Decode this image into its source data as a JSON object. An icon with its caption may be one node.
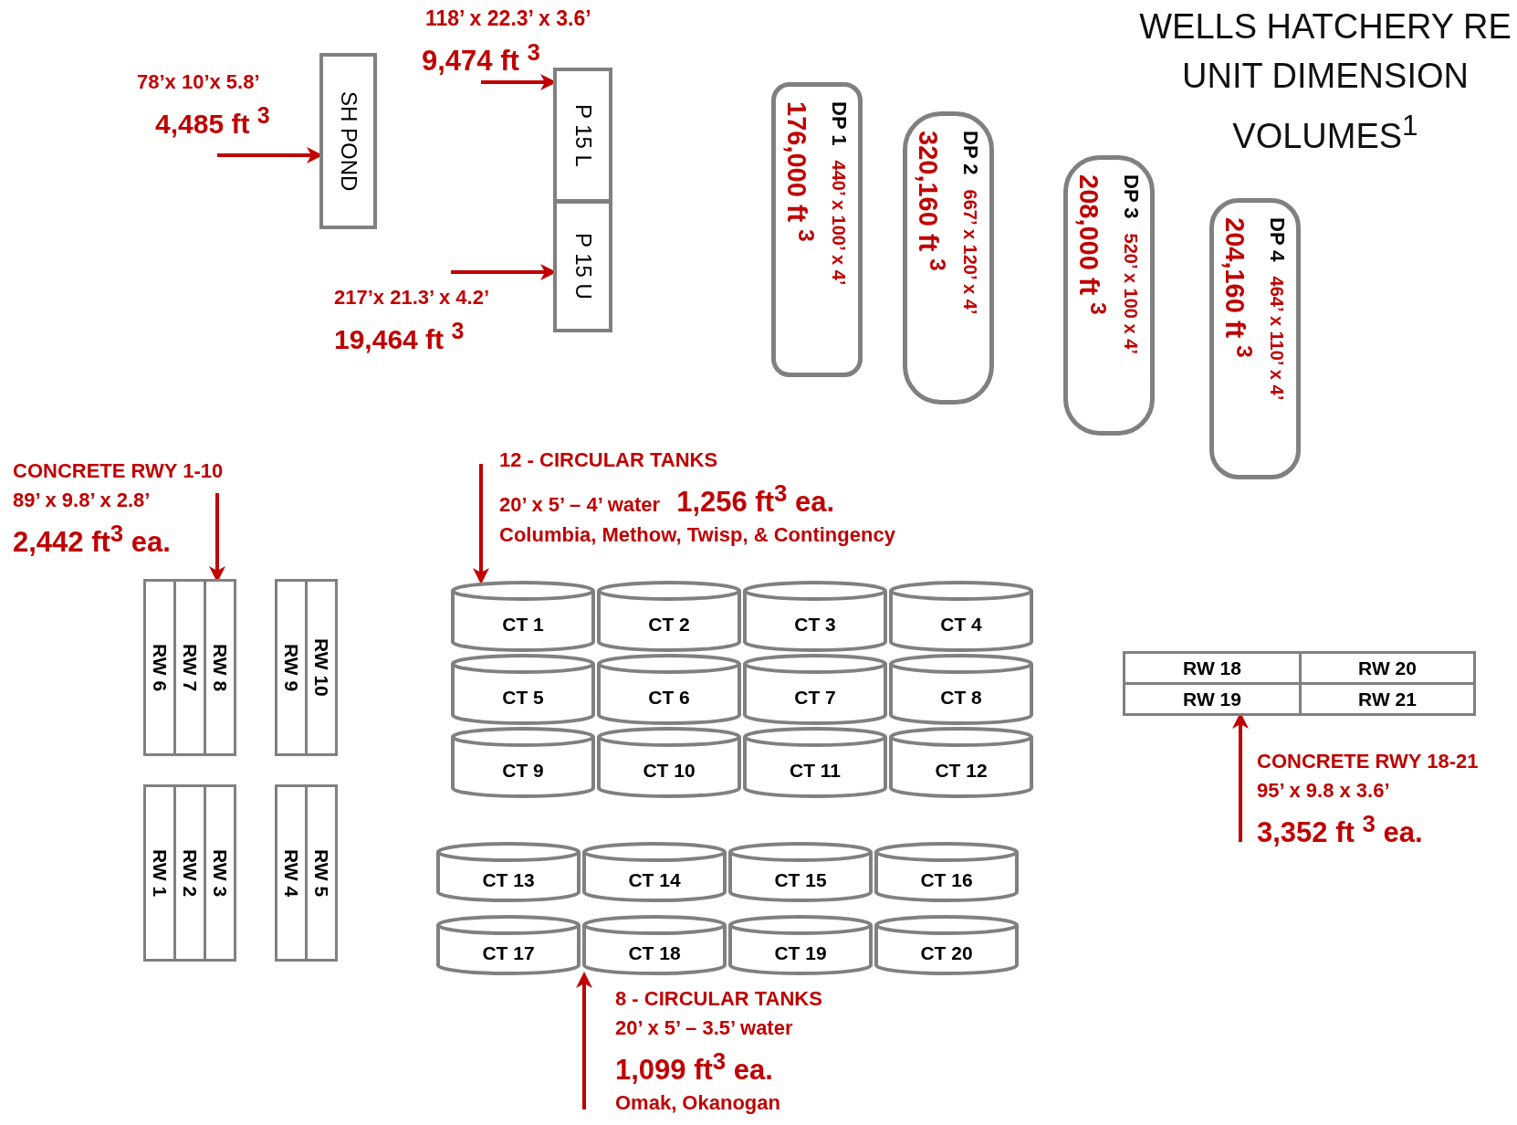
{
  "diagram": {
    "title": "WELLS HATCHERY RE UNIT DIMENSION VOLUMES$^{1}$",
    "nodes": [
      {
        "text": [
          "SH POND"
        ]
      },
      {
        "text": [
          "78’x 10’x 5.8’",
          "4,485 ft $^{3}$"
        ]
      },
      {
        "text": [
          "P 15 L"
        ]
      },
      {
        "text": [
          "P 15 U"
        ]
      },
      {
        "text": [
          "118’ x 22.3’ x 3.6’",
          "9,474 ft $^{3}$"
        ]
      },
      {
        "text": [
          "217’x 21.3’ x 4.2’",
          "19,464 ft $^{3}$"
        ]
      },
      {
        "text": [
          "DP 1",
          "440’ x 100’ x 4’",
          "176,000 ft $^{3}$"
        ]
      },
      {
        "text": [
          "DP 2",
          "667’ x 120’ x 4’",
          "320,160 ft $^{3}$"
        ]
      },
      {
        "text": [
          "DP 3",
          "520’ x 100 x 4’",
          "208,000 ft $^{3}$"
        ]
      },
      {
        "text": [
          "DP 4",
          "464’ x 110’ x 4’",
          "204,160 ft $^{3}$"
        ]
      },
      {
        "text": [
          "CONCRETE RWY 1-10",
          "89’ x 9.8’ x 2.8’",
          "2,442 ft$^{3}$ ea."
        ]
      },
      {
        "text": [
          "RW 6"
        ]
      },
      {
        "text": [
          "RW 7"
        ]
      },
      {
        "text": [
          "RW 8"
        ]
      },
      {
        "text": [
          "RW 9"
        ]
      },
      {
        "text": [
          "RW 10"
        ]
      },
      {
        "text": [
          "RW 1"
        ]
      },
      {
        "text": [
          "RW 2"
        ]
      },
      {
        "text": [
          "RW 3"
        ]
      },
      {
        "text": [
          "RW 4"
        ]
      },
      {
        "text": [
          "RW 5"
        ]
      },
      {
        "text": [
          "12 - CIRCULAR TANKS",
          "20’ x  5’ –  4’ water",
          "1,256 ft$^{3}$ ea.",
          "Columbia, Methow, Twisp, & Contingency"
        ]
      },
      {
        "text": [
          "CT 1"
        ]
      },
      {
        "text": [
          "CT 2"
        ]
      },
      {
        "text": [
          "CT 3"
        ]
      },
      {
        "text": [
          "CT 4"
        ]
      },
      {
        "text": [
          "CT 5"
        ]
      },
      {
        "text": [
          "CT 6"
        ]
      },
      {
        "text": [
          "CT 7"
        ]
      },
      {
        "text": [
          "CT 8"
        ]
      },
      {
        "text": [
          "CT 9"
        ]
      },
      {
        "text": [
          "CT 10"
        ]
      },
      {
        "text": [
          "CT 11"
        ]
      },
      {
        "text": [
          "CT 12"
        ]
      },
      {
        "text": [
          "CT 13"
        ]
      },
      {
        "text": [
          "CT 14"
        ]
      },
      {
        "text": [
          "CT 15"
        ]
      },
      {
        "text": [
          "CT 16"
        ]
      },
      {
        "text": [
          "CT 17"
        ]
      },
      {
        "text": [
          "CT 18"
        ]
      },
      {
        "text": [
          "CT 19"
        ]
      },
      {
        "text": [
          "CT 20"
        ]
      },
      {
        "text": [
          "8 - CIRCULAR TANKS",
          "20’ x  5’ – 3.5’ water",
          "1,099 ft$^{3}$ ea.",
          "Omak, Okanogan"
        ]
      },
      {
        "text": [
          "RW 18"
        ]
      },
      {
        "text": [
          "RW 20"
        ]
      },
      {
        "text": [
          "RW 19"
        ]
      },
      {
        "text": [
          "RW 21"
        ]
      },
      {
        "text": [
          "CONCRETE RWY 18-21",
          "95’ x 9.8 x 3.6’",
          "3,352 ft $^{3}$ ea."
        ]
      }
    ],
    "edges": [
      {
        "from": 1,
        "to": 0,
        "arrow": "to"
      },
      {
        "from": 4,
        "to": 2,
        "arrow": "to"
      },
      {
        "from": 5,
        "to": 3,
        "arrow": "to"
      },
      {
        "from": 10,
        "to": 13,
        "arrow": "to"
      },
      {
        "from": 21,
        "to": 22,
        "arrow": "to"
      },
      {
        "from": 42,
        "to": 39,
        "arrow": "to"
      },
      {
        "from": 47,
        "to": 45,
        "arrow": "to"
      }
    ]
  }
}
